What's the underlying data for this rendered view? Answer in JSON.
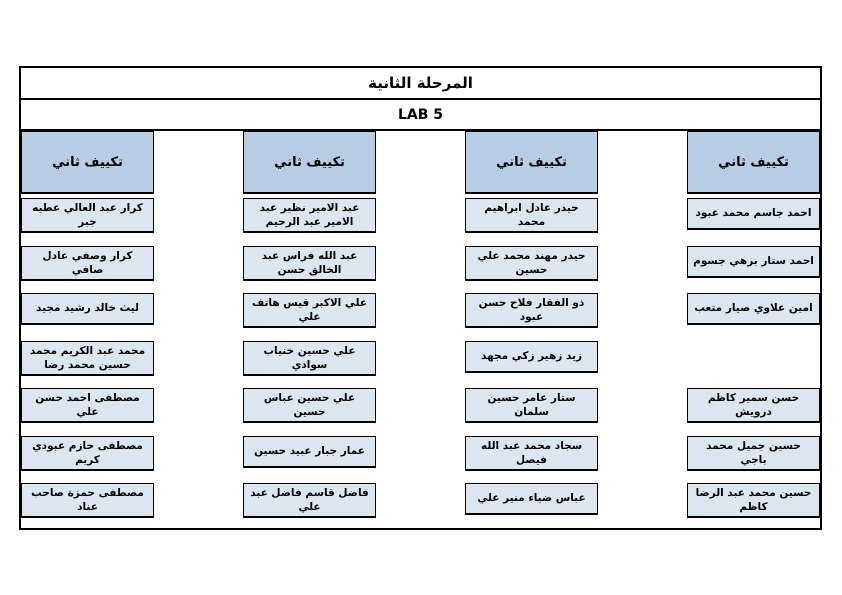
{
  "document": {
    "title": "المرحلة الثانية",
    "lab_label": "LAB 5"
  },
  "colors": {
    "group_header_fill": "#b8cce4",
    "student_cell_fill": "#dce6f1",
    "border": "#000000",
    "text": "#000000",
    "page_background": "#ffffff"
  },
  "columns": [
    {
      "id": "group-1",
      "position": "rightmost",
      "header": "تكييف ثاني",
      "students": [
        "احمد جاسم محمد عبود",
        "احمد ستار برهي جسوم",
        "امين علاوي صيار متعب",
        null,
        "حسن سمير كاظم درويش",
        "حسين جميل محمد باجي",
        "حسين محمد عبد الرضا كاظم"
      ]
    },
    {
      "id": "group-2",
      "position": "center-right",
      "header": "تكييف ثاني",
      "students": [
        "حيدر عادل ابراهيم محمد",
        "حيدر مهند محمد علي حسين",
        "ذو الفقار فلاح حسن عبود",
        "زيد زهير زكي مجهد",
        "ستار عامر حسين سلمان",
        "سجاد محمد عبد الله فيصل",
        "عباس ضياء منير علي"
      ]
    },
    {
      "id": "group-3",
      "position": "center-left",
      "header": "تكييف ثاني",
      "students": [
        "عبد الامير نظير عبد الامير عبد الرحيم",
        "عبد الله فراس عبد الخالق حسن",
        "علي الاكبر قيس هاتف علي",
        "علي حسين خنياب سوادي",
        "علي حسين عباس حسين",
        "عمار جبار عبيد حسين",
        "فاضل قاسم فاضل عبد علي"
      ]
    },
    {
      "id": "group-4",
      "position": "leftmost",
      "header": "تكييف ثاني",
      "students": [
        "كرار عبد العالي عطيه جبر",
        "كرار وصفي عادل صافي",
        "ليث خالد رشيد مجيد",
        "محمد عبد الكريم محمد حسين محمد رضا",
        "مصطفى احمد حسن علي",
        "مصطفى حازم عبودي كريم",
        "مصطفى حمزة صاحب عناد"
      ]
    }
  ]
}
